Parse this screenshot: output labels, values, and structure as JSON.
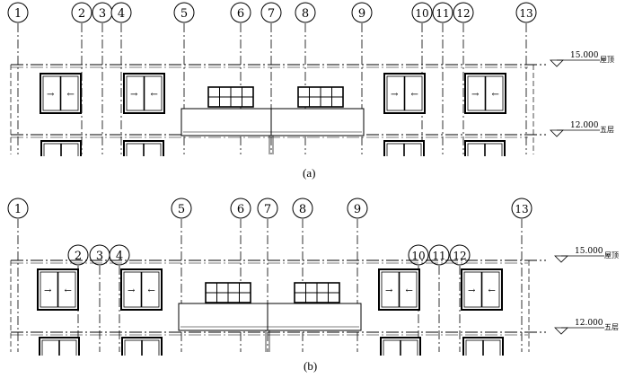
{
  "panels": [
    {
      "caption": "(a)",
      "grid_labels": [
        "1",
        "2",
        "3",
        "4",
        "5",
        "6",
        "7",
        "8",
        "9",
        "10",
        "11",
        "12",
        "13"
      ],
      "levels": [
        {
          "elevation": "15.000",
          "name": "屋顶"
        },
        {
          "elevation": "12.000",
          "name": "五层"
        }
      ],
      "window_arrows": [
        "→",
        "←"
      ]
    },
    {
      "caption": "(b)",
      "grid_labels": [
        "1",
        "2",
        "3",
        "4",
        "5",
        "6",
        "7",
        "8",
        "9",
        "10",
        "11",
        "12",
        "13"
      ],
      "levels": [
        {
          "elevation": "15.000",
          "name": "屋顶"
        },
        {
          "elevation": "12.000",
          "name": "五层"
        }
      ],
      "window_arrows": [
        "→",
        "←"
      ]
    }
  ]
}
